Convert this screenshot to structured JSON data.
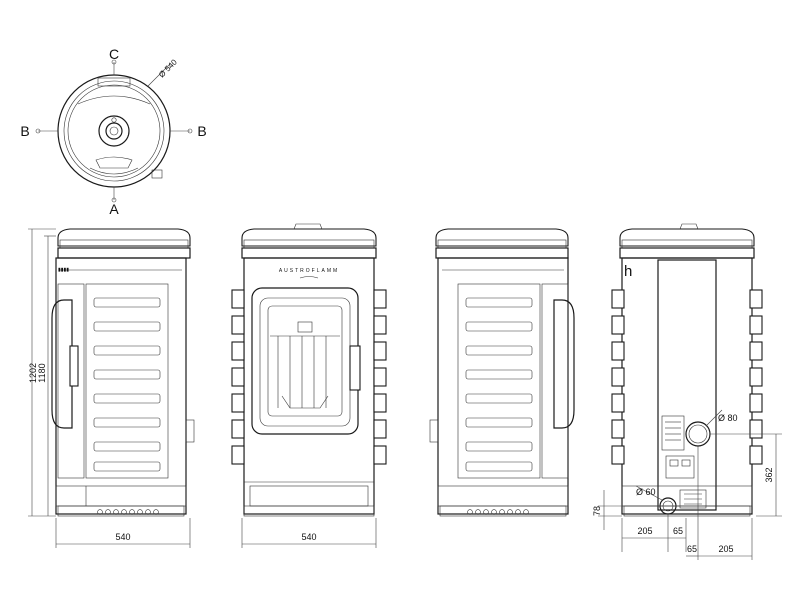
{
  "top_view": {
    "label_c": "C",
    "label_a": "A",
    "label_b_left": "B",
    "label_b_right": "B",
    "diameter": "Ø 540"
  },
  "dimensions": {
    "height_total": "1202",
    "height_body": "1180",
    "width_left": "540",
    "width_front": "540",
    "flue_diameter": "Ø 80",
    "air_diameter": "Ø 60",
    "height_flue": "362",
    "height_air": "78",
    "offset_left": "205",
    "offset_mid_top": "65",
    "offset_mid_bottom": "65",
    "offset_right": "205"
  },
  "labels": {
    "brand": "AUSTROFLAMM",
    "rear_marker": "h"
  }
}
